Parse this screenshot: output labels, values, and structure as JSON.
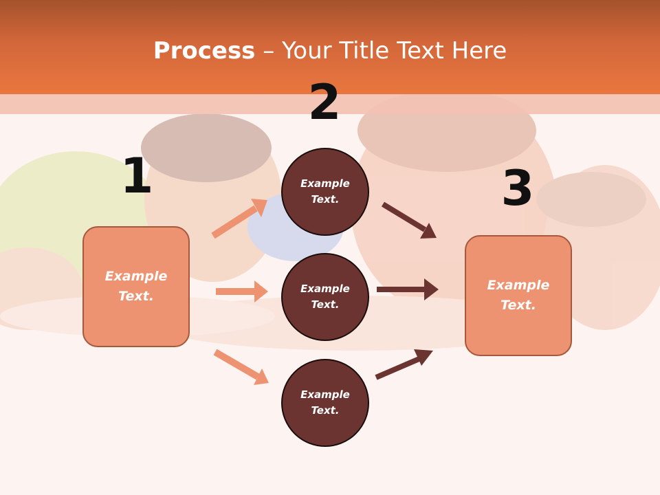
{
  "slide": {
    "title_bold": "Process",
    "title_rest": " – Your Title Text Here",
    "numbers": [
      "1",
      "2",
      "3"
    ],
    "left_box": {
      "line1": "Example",
      "line2": "Text."
    },
    "right_box": {
      "line1": "Example",
      "line2": "Text."
    },
    "circles": [
      {
        "line1": "Example",
        "line2": "Text."
      },
      {
        "line1": "Example",
        "line2": "Text."
      },
      {
        "line1": "Example",
        "line2": "Text."
      }
    ]
  },
  "colors": {
    "header": "#e9763f",
    "box_fill": "#ee9371",
    "circle_fill": "#6b3430",
    "arrow_light": "#ee9371",
    "arrow_dark": "#6b3430"
  }
}
